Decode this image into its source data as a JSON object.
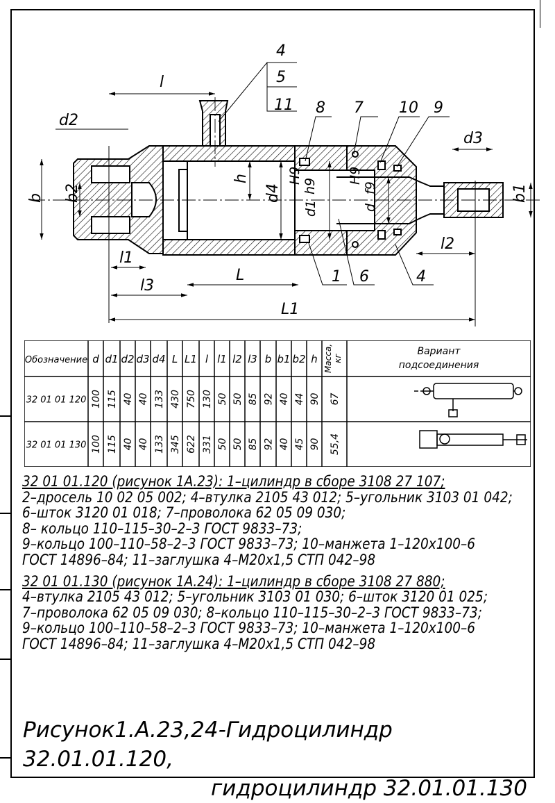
{
  "drawing": {
    "leaders": [
      "4",
      "5",
      "11",
      "8",
      "7",
      "10",
      "9",
      "1",
      "6",
      "4"
    ],
    "dims": {
      "l": "l",
      "d2": "d2",
      "d3": "d3",
      "b": "b",
      "b2": "b2",
      "b1": "b1",
      "h": "h",
      "d4": "d4",
      "fit1_top": "H9",
      "fit1_bot": "h9",
      "fit1_d": "d1",
      "fit2_top": "H9",
      "fit2_bot": "f9",
      "fit2_d": "d",
      "l1": "l1",
      "l2": "l2",
      "l3": "l3",
      "L": "L",
      "L1": "L1"
    }
  },
  "table": {
    "headers": [
      "Обозначение",
      "d",
      "d1",
      "d2",
      "d3",
      "d4",
      "L",
      "L1",
      "l",
      "l1",
      "l2",
      "l3",
      "b",
      "b1",
      "b2",
      "h",
      "Масса, кг",
      "Вариант подсоединения"
    ],
    "rows": [
      [
        "32 01 01 120",
        "100",
        "115",
        "40",
        "40",
        "133",
        "430",
        "750",
        "130",
        "50",
        "50",
        "85",
        "92",
        "40",
        "44",
        "90",
        "67"
      ],
      [
        "32 01 01 130",
        "100",
        "115",
        "40",
        "40",
        "133",
        "345",
        "622",
        "331",
        "50",
        "50",
        "85",
        "92",
        "40",
        "45",
        "90",
        "55,4"
      ]
    ]
  },
  "notes": {
    "a_head": "32 01 01.120 (рисунок 1А.23): 1–цилиндр в сборе 3108 27 107;",
    "a_lines": [
      "2–дросель 10 02 05 002; 4–втулка 2105 43 012; 5–угольник 3103 01 042;",
      "6–шток 3120 01 018; 7–проволока 62 05 09 030;",
      "8– кольцо 110–115–30–2–3 ГОСТ 9833–73;",
      "9–кольцо 100–110–58–2–3 ГОСТ 9833–73; 10–манжета 1–120х100–6",
      "ГОСТ 14896–84; 11–заглушка 4–М20х1,5 СТП 042–98"
    ],
    "b_head": "32 01 01.130 (рисунок 1А.24):  1–цилиндр в сборе 3108 27 880;",
    "b_lines": [
      "4–втулка 2105 43 012; 5–угольник 3103 01 030; 6–шток 3120 01 025;",
      "7–проволока 62 05 09 030; 8–кольцо 110–115–30–2–3 ГОСТ 9833–73;",
      " 9–кольцо 100–110–58–2–3 ГОСТ 9833–73; 10–манжета 1–120х100–6",
      " ГОСТ 14896–84; 11–заглушка 4–М20х1,5 СТП 042–98"
    ]
  },
  "caption": {
    "line1": "Рисунок1.А.23,24-Гидроцилиндр  32.01.01.120,",
    "line2": "гидроцилиндр  32.01.01.130"
  }
}
